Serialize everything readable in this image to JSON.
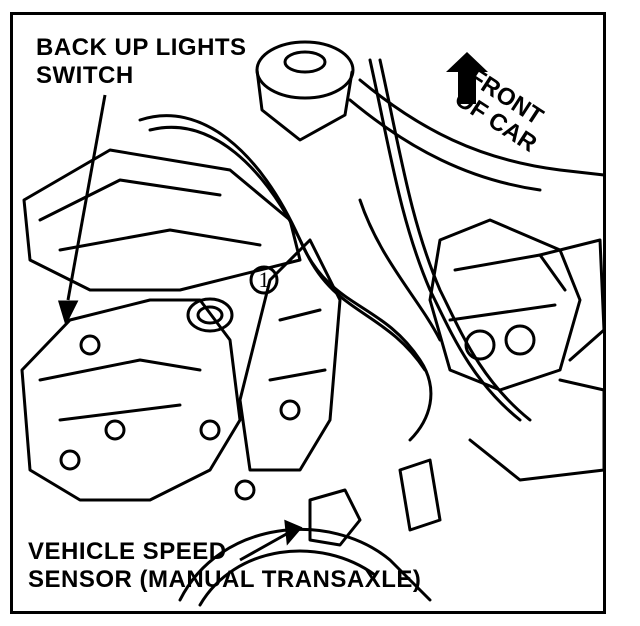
{
  "figure": {
    "labels": {
      "backup_lights_switch": [
        "BACK UP LIGHTS",
        "SWITCH"
      ],
      "front_of_car": [
        "FRONT",
        "OF CAR"
      ],
      "vehicle_speed_sensor": [
        "VEHICLE SPEED",
        "SENSOR (MANUAL TRANSAXLE)"
      ],
      "callout_number": "1"
    },
    "colors": {
      "ink": "#000000",
      "paper": "#ffffff"
    }
  }
}
